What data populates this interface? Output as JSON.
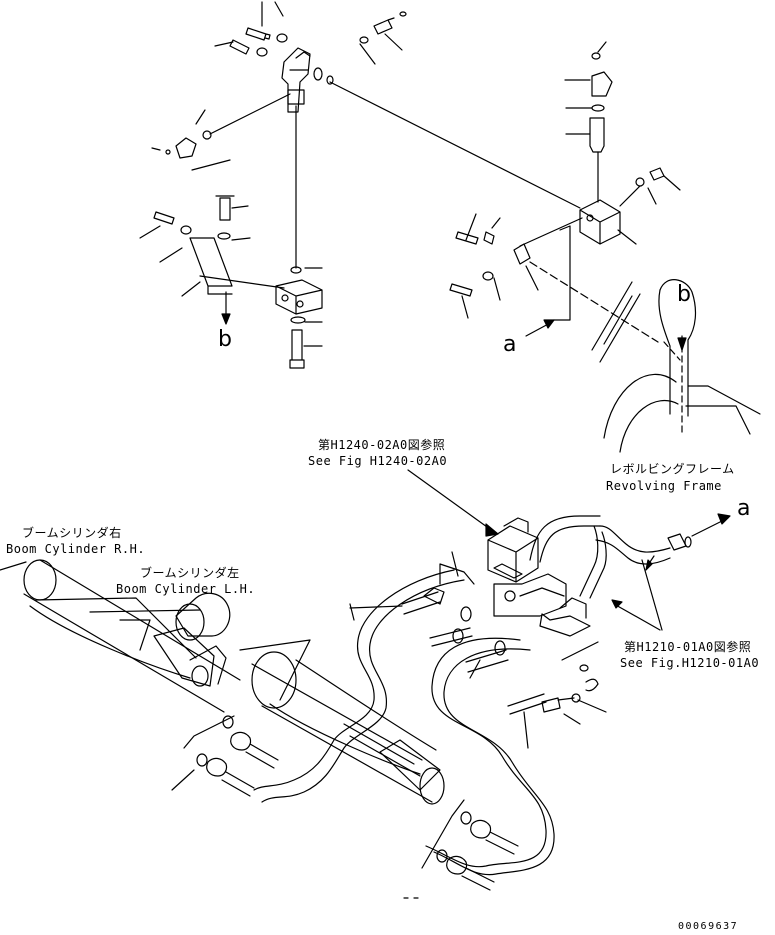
{
  "labels": {
    "ref_h1240_jp": "第H1240-02A0図参照",
    "ref_h1240_en": "See Fig H1240-02A0",
    "ref_h1210_jp": "第H1210-01A0図参照",
    "ref_h1210_en": "See Fig.H1210-01A0",
    "revolving_frame_jp": "レボルビングフレーム",
    "revolving_frame_en": "Revolving Frame",
    "boom_rh_jp": "ブームシリンダ右",
    "boom_rh_en": "Boom Cylinder R.H.",
    "boom_lh_jp": "ブームシリンダ左",
    "boom_lh_en": "Boom Cylinder L.H.",
    "marker_a_top": "a",
    "marker_a_right": "a",
    "marker_b_left": "b",
    "marker_b_right": "b",
    "drawing_number": "00069637"
  }
}
